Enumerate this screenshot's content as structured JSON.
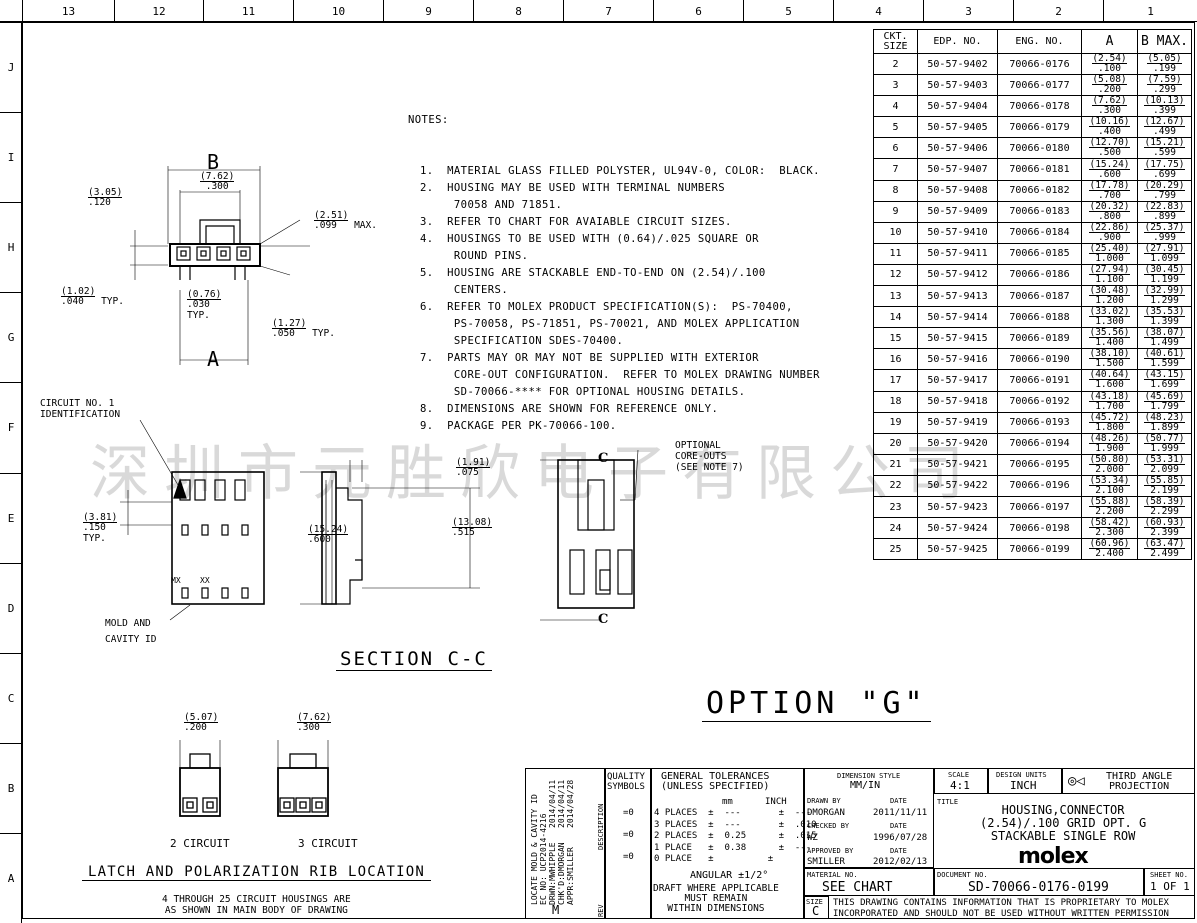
{
  "zones_top": [
    "13",
    "12",
    "11",
    "10",
    "9",
    "8",
    "7",
    "6",
    "5",
    "4",
    "3",
    "2",
    "1"
  ],
  "zones_left": [
    "J",
    "I",
    "H",
    "G",
    "F",
    "E",
    "D",
    "C",
    "B",
    "A"
  ],
  "notes": {
    "title": "NOTES:",
    "items": [
      "1.  MATERIAL GLASS FILLED POLYSTER, UL94V-0, COLOR:  BLACK.",
      "2.  HOUSING MAY BE USED WITH TERMINAL NUMBERS\n     70058 AND 71851.",
      "3.  REFER TO CHART FOR AVAIABLE CIRCUIT SIZES.",
      "4.  HOUSINGS TO BE USED WITH (0.64)/.025 SQUARE OR\n     ROUND PINS.",
      "5.  HOUSING ARE STACKABLE END-TO-END ON (2.54)/.100\n     CENTERS.",
      "6.  REFER TO MOLEX PRODUCT SPECIFICATION(S):  PS-70400,\n     PS-70058, PS-71851, PS-70021, AND MOLEX APPLICATION\n     SPECIFICATION SDES-70400.",
      "7.  PARTS MAY OR MAY NOT BE SUPPLIED WITH EXTERIOR\n     CORE-OUT CONFIGURATION.  REFER TO MOLEX DRAWING NUMBER\n     SD-70066-**** FOR OPTIONAL HOUSING DETAILS.",
      "8.  DIMENSIONS ARE SHOWN FOR REFERENCE ONLY.",
      "9.  PACKAGE PER PK-70066-100."
    ]
  },
  "table": {
    "headers": [
      "CKT.\nSIZE",
      "EDP. NO.",
      "ENG. NO.",
      "A",
      "B MAX."
    ],
    "rows": [
      [
        "2",
        "50-57-9402",
        "70066-0176",
        "(2.54)",
        ".100",
        "(5.05)",
        ".199"
      ],
      [
        "3",
        "50-57-9403",
        "70066-0177",
        "(5.08)",
        ".200",
        "(7.59)",
        ".299"
      ],
      [
        "4",
        "50-57-9404",
        "70066-0178",
        "(7.62)",
        ".300",
        "(10.13)",
        ".399"
      ],
      [
        "5",
        "50-57-9405",
        "70066-0179",
        "(10.16)",
        ".400",
        "(12.67)",
        ".499"
      ],
      [
        "6",
        "50-57-9406",
        "70066-0180",
        "(12.70)",
        ".500",
        "(15.21)",
        ".599"
      ],
      [
        "7",
        "50-57-9407",
        "70066-0181",
        "(15.24)",
        ".600",
        "(17.75)",
        ".699"
      ],
      [
        "8",
        "50-57-9408",
        "70066-0182",
        "(17.78)",
        ".700",
        "(20.29)",
        ".799"
      ],
      [
        "9",
        "50-57-9409",
        "70066-0183",
        "(20.32)",
        ".800",
        "(22.83)",
        ".899"
      ],
      [
        "10",
        "50-57-9410",
        "70066-0184",
        "(22.86)",
        ".900",
        "(25.37)",
        ".999"
      ],
      [
        "11",
        "50-57-9411",
        "70066-0185",
        "(25.40)",
        "1.000",
        "(27.91)",
        "1.099"
      ],
      [
        "12",
        "50-57-9412",
        "70066-0186",
        "(27.94)",
        "1.100",
        "(30.45)",
        "1.199"
      ],
      [
        "13",
        "50-57-9413",
        "70066-0187",
        "(30.48)",
        "1.200",
        "(32.99)",
        "1.299"
      ],
      [
        "14",
        "50-57-9414",
        "70066-0188",
        "(33.02)",
        "1.300",
        "(35.53)",
        "1.399"
      ],
      [
        "15",
        "50-57-9415",
        "70066-0189",
        "(35.56)",
        "1.400",
        "(38.07)",
        "1.499"
      ],
      [
        "16",
        "50-57-9416",
        "70066-0190",
        "(38.10)",
        "1.500",
        "(40.61)",
        "1.599"
      ],
      [
        "17",
        "50-57-9417",
        "70066-0191",
        "(40.64)",
        "1.600",
        "(43.15)",
        "1.699"
      ],
      [
        "18",
        "50-57-9418",
        "70066-0192",
        "(43.18)",
        "1.700",
        "(45.69)",
        "1.799"
      ],
      [
        "19",
        "50-57-9419",
        "70066-0193",
        "(45.72)",
        "1.800",
        "(48.23)",
        "1.899"
      ],
      [
        "20",
        "50-57-9420",
        "70066-0194",
        "(48.26)",
        "1.900",
        "(50.77)",
        "1.999"
      ],
      [
        "21",
        "50-57-9421",
        "70066-0195",
        "(50.80)",
        "2.000",
        "(53.31)",
        "2.099"
      ],
      [
        "22",
        "50-57-9422",
        "70066-0196",
        "(53.34)",
        "2.100",
        "(55.85)",
        "2.199"
      ],
      [
        "23",
        "50-57-9423",
        "70066-0197",
        "(55.88)",
        "2.200",
        "(58.39)",
        "2.299"
      ],
      [
        "24",
        "50-57-9424",
        "70066-0198",
        "(58.42)",
        "2.300",
        "(60.93)",
        "2.399"
      ],
      [
        "25",
        "50-57-9425",
        "70066-0199",
        "(60.96)",
        "2.400",
        "(63.47)",
        "2.499"
      ]
    ]
  },
  "dims": {
    "b_label": "B",
    "a_label": "A",
    "d762": "(7.62)",
    "d762i": ".300",
    "d305": "(3.05)",
    "d305i": ".120",
    "d251": "(2.51)",
    "d251i": ".099",
    "max": "MAX.",
    "d102": "(1.02)",
    "d102i": ".040",
    "typ": "TYP.",
    "d076": "(0.76)",
    "d076i": ".030",
    "typ2": "TYP.",
    "d127": "(1.27)",
    "d127i": ".050",
    "typ3": "TYP.",
    "d381": "(3.81)",
    "d381i": ".150",
    "typ4": "TYP.",
    "d1524": "(15.24)",
    "d1524i": ".600",
    "d191": "(1.91)",
    "d191i": ".075",
    "d1308": "(13.08)",
    "d1308i": ".515",
    "d507": "(5.07)",
    "d507i": ".200",
    "d762b": "(7.62)",
    "d762bi": ".300"
  },
  "labels": {
    "circuit_id": "CIRCUIT NO. 1\nIDENTIFICATION",
    "mold_cavity": "MOLD AND\nCAVITY ID",
    "mx": "MX",
    "xx": "XX",
    "optional_core": "OPTIONAL\nCORE-OUTS\n(SEE NOTE 7)",
    "c1": "C",
    "c2": "C",
    "section": "SECTION C-C",
    "option": "OPTION \"G\"",
    "two_circuit": "2 CIRCUIT",
    "three_circuit": "3 CIRCUIT",
    "latch": "LATCH AND POLARIZATION RIB LOCATION",
    "latch_note": "4 THROUGH 25 CIRCUIT HOUSINGS ARE\nAS SHOWN IN MAIN BODY OF DRAWING"
  },
  "watermark": "深圳市元胜欣电子有限公司",
  "title_block": {
    "rev_text": "LOCATE MOLD & CAVITY ID\nEC NO: UCP2014-4216\nDRWN:MWHIPPLE   2014/04/11\nCHK'D:DMORGAN   2014/04/11\nAPPR:SMILLER    2014/04/28",
    "rev_letter": "M",
    "rev_label": "REV",
    "desc_label": "DESCRIPTION",
    "quality": "QUALITY\nSYMBOLS",
    "gen_tol": "GENERAL TOLERANCES\n(UNLESS SPECIFIED)",
    "mm": "mm",
    "inch": "INCH",
    "places": [
      "4 PLACES  ±  ---       ±  ---",
      "3 PLACES  ±  ---       ±  .010",
      "2 PLACES  ±  0.25      ±  .015",
      "1 PLACE   ±  0.38      ±  ---",
      "0 PLACE   ±          ±"
    ],
    "angular": "ANGULAR ±1/2°",
    "draft": "DRAFT WHERE APPLICABLE\nMUST REMAIN\nWITHIN DIMENSIONS",
    "q1": "=0",
    "q2": "=0",
    "q3": "=0",
    "dim_style_label": "DIMENSION STYLE",
    "dim_style": "MM/IN",
    "scale_label": "SCALE",
    "scale": "4:1",
    "units_label": "DESIGN UNITS",
    "units": "INCH",
    "projection": "THIRD ANGLE\nPROJECTION",
    "drawn_by_label": "DRAWN BY",
    "date_label": "DATE",
    "drawn_by": "DMORGAN",
    "drawn_date": "2011/11/11",
    "checked_label": "CHECKED BY",
    "checked_date_label": "DATE",
    "checked_by": "WZ",
    "checked_date": "1996/07/28",
    "approved_label": "APPROVED BY",
    "approved_date_label": "DATE",
    "approved_by": "SMILLER",
    "approved_date": "2012/02/13",
    "material_label": "MATERIAL NO.",
    "material": "SEE CHART",
    "title_label": "TITLE",
    "title": "HOUSING,CONNECTOR\n(2.54)/.100 GRID OPT. G\nSTACKABLE SINGLE ROW",
    "logo": "molex",
    "doc_label": "DOCUMENT NO.",
    "doc_no": "SD-70066-0176-0199",
    "sheet_label": "SHEET NO.",
    "sheet": "1 OF 1",
    "size_label": "SIZE",
    "size": "C",
    "proprietary": "THIS DRAWING CONTAINS INFORMATION THAT IS PROPRIETARY TO MOLEX\nINCORPORATED AND SHOULD NOT BE USED WITHOUT WRITTEN PERMISSION"
  }
}
